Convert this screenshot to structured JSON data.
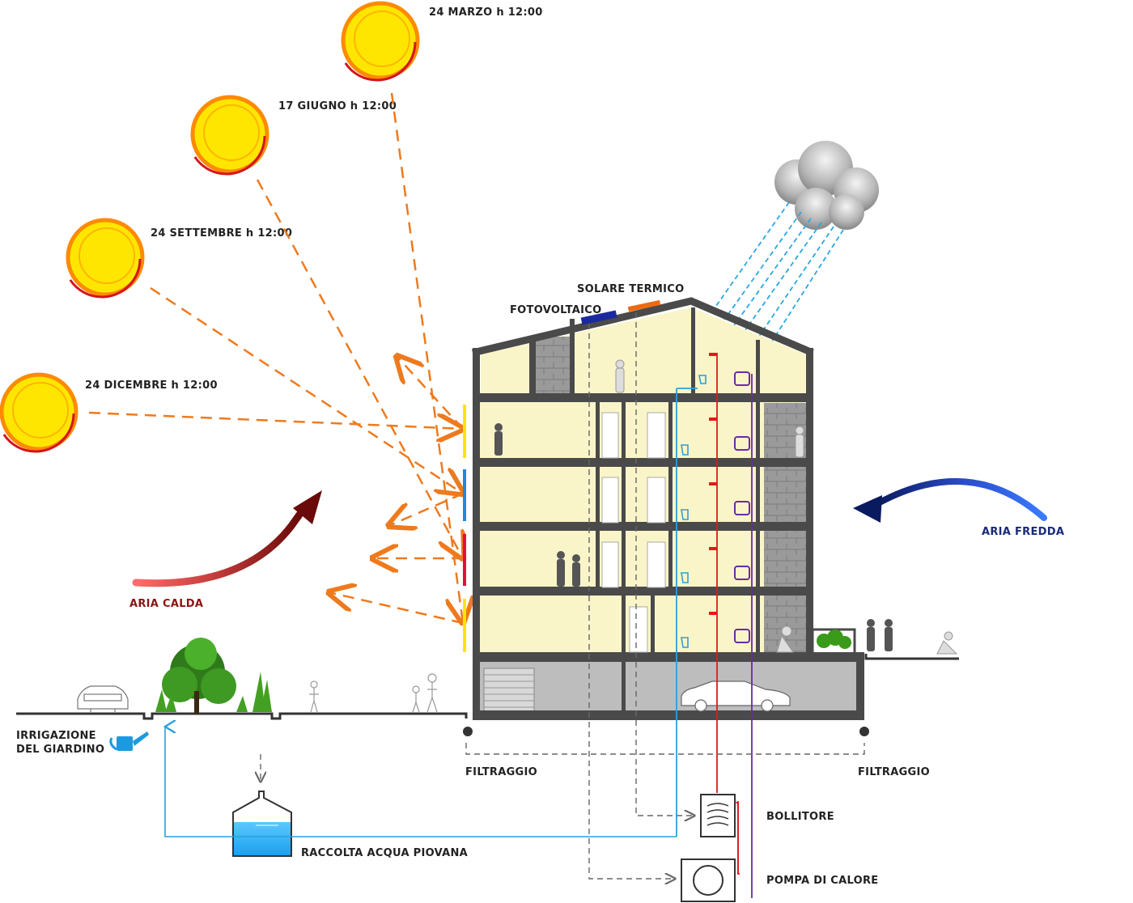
{
  "suns": [
    {
      "label": "24 MARZO h 12:00"
    },
    {
      "label": "17 GIUGNO h 12:00"
    },
    {
      "label": "24 SETTEMBRE h 12:00"
    },
    {
      "label": "24 DICEMBRE h 12:00"
    }
  ],
  "roof": {
    "pv_label": "FOTOVOLTAICO",
    "thermal_label": "SOLARE TERMICO"
  },
  "air": {
    "warm_label": "ARIA CALDA",
    "cold_label": "ARIA FREDDA"
  },
  "water": {
    "irrigation_line1": "IRRIGAZIONE",
    "irrigation_line2": "DEL GIARDINO",
    "filter_left": "FILTRAGGIO",
    "filter_right": "FILTRAGGIO",
    "tank_label": "RACCOLTA ACQUA PIOVANA"
  },
  "plant": {
    "boiler_label": "BOLLITORE",
    "heatpump_label": "POMPA DI CALORE"
  },
  "colors": {
    "sun_fill": "#ffe600",
    "sun_ring": "#ff8a00",
    "sun_rim": "#d4141e",
    "sun_ray": "#ee7a1e",
    "wall": "#4a4a4a",
    "interior": "#faf5c8",
    "rain": "#29a8e0",
    "water_line": "#2aa0dc",
    "hot_line": "#e01a1a",
    "heat_line": "#6a2aa8",
    "warm_air": "#7a0e0e",
    "cold_air": "#0e1f6e"
  },
  "icons": [
    "sun-icon",
    "cloud-icon",
    "watering-can-icon",
    "car-icon",
    "tree-icon",
    "person-icon",
    "radiator-icon",
    "shower-icon",
    "toilet-icon"
  ]
}
